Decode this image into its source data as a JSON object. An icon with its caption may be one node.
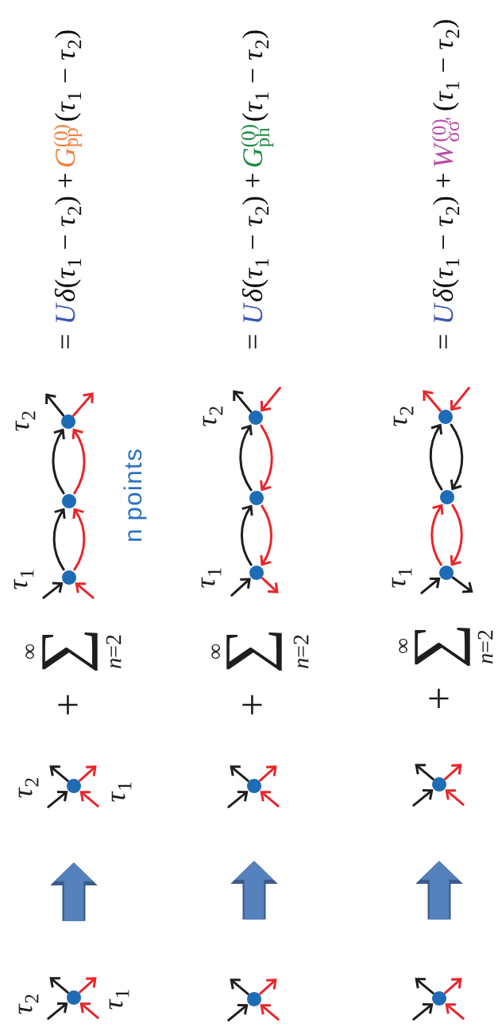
{
  "diagram": {
    "nodes": [
      {
        "text": [],
        "shape": "circle",
        "beside": [
          "*τ*$_{2}$",
          "*τ*$_{1}$"
        ]
      },
      {
        "text": [],
        "shape": "circle",
        "beside": [
          "*τ*$_{2}$",
          "*τ*$_{1}$"
        ]
      },
      {
        "text": [],
        "shape": "circle",
        "beside": [
          "*τ*$_{1}$"
        ]
      },
      {
        "text": [],
        "shape": "circle"
      },
      {
        "text": [],
        "shape": "circle",
        "beside": [
          "*τ*$_{2}$"
        ]
      },
      {
        "text": [],
        "shape": "circle"
      },
      {
        "text": [],
        "shape": "circle"
      },
      {
        "text": [],
        "shape": "circle",
        "beside": [
          "*τ*$_{1}$"
        ]
      },
      {
        "text": [],
        "shape": "circle"
      },
      {
        "text": [],
        "shape": "circle",
        "beside": [
          "*τ*$_{2}$"
        ]
      },
      {
        "text": [],
        "shape": "circle"
      },
      {
        "text": [],
        "shape": "circle"
      },
      {
        "text": [],
        "shape": "circle",
        "beside": [
          "*τ*$_{1}$"
        ]
      },
      {
        "text": [],
        "shape": "circle"
      },
      {
        "text": [],
        "shape": "circle",
        "beside": [
          "*τ*$_{2}$"
        ]
      }
    ],
    "edges": [
      {
        "from": null,
        "to": 0,
        "arrow": "to"
      },
      {
        "from": 0,
        "to": null,
        "arrow": "to"
      },
      {
        "from": 0,
        "to": null,
        "arrow": "to",
        "color": "#e8262a"
      },
      {
        "from": null,
        "to": 0,
        "arrow": "to",
        "color": "#e8262a"
      },
      {
        "from": null,
        "to": 1,
        "arrow": "to"
      },
      {
        "from": 1,
        "to": null,
        "arrow": "to"
      },
      {
        "from": 1,
        "to": null,
        "arrow": "to",
        "color": "#e8262a"
      },
      {
        "from": null,
        "to": 1,
        "arrow": "to",
        "color": "#e8262a"
      },
      {
        "from": null,
        "to": 2,
        "arrow": "to"
      },
      {
        "from": null,
        "to": 2,
        "arrow": "to",
        "color": "#e8262a"
      },
      {
        "from": 2,
        "to": 3,
        "arrow": "to"
      },
      {
        "from": 2,
        "to": 3,
        "arrow": "to",
        "color": "#e8262a"
      },
      {
        "from": 3,
        "to": 4,
        "arrow": "to"
      },
      {
        "from": 3,
        "to": 4,
        "arrow": "to",
        "color": "#e8262a"
      },
      {
        "from": 4,
        "to": null,
        "arrow": "to"
      },
      {
        "from": 4,
        "to": null,
        "arrow": "to",
        "color": "#e8262a"
      },
      {
        "from": null,
        "to": 5,
        "arrow": "to"
      },
      {
        "from": 5,
        "to": null,
        "arrow": "to"
      },
      {
        "from": 5,
        "to": null,
        "arrow": "to",
        "color": "#e8262a"
      },
      {
        "from": null,
        "to": 5,
        "arrow": "to",
        "color": "#e8262a"
      },
      {
        "from": null,
        "to": 6,
        "arrow": "to"
      },
      {
        "from": 6,
        "to": null,
        "arrow": "to"
      },
      {
        "from": 6,
        "to": null,
        "arrow": "to",
        "color": "#e8262a"
      },
      {
        "from": null,
        "to": 6,
        "arrow": "to",
        "color": "#e8262a"
      },
      {
        "from": null,
        "to": 7,
        "arrow": "to"
      },
      {
        "from": 7,
        "to": null,
        "arrow": "to",
        "color": "#e8262a"
      },
      {
        "from": 7,
        "to": 8,
        "arrow": "to"
      },
      {
        "from": 8,
        "to": 7,
        "arrow": "to",
        "color": "#e8262a"
      },
      {
        "from": 8,
        "to": 9,
        "arrow": "to"
      },
      {
        "from": 9,
        "to": 8,
        "arrow": "to",
        "color": "#e8262a"
      },
      {
        "from": 9,
        "to": null,
        "arrow": "to"
      },
      {
        "from": null,
        "to": 9,
        "arrow": "to",
        "color": "#e8262a"
      },
      {
        "from": null,
        "to": 10,
        "arrow": "to"
      },
      {
        "from": 10,
        "to": null,
        "arrow": "to"
      },
      {
        "from": 10,
        "to": null,
        "arrow": "to",
        "color": "#e8262a"
      },
      {
        "from": null,
        "to": 10,
        "arrow": "to",
        "color": "#e8262a"
      },
      {
        "from": null,
        "to": 11,
        "arrow": "to"
      },
      {
        "from": 11,
        "to": null,
        "arrow": "to"
      },
      {
        "from": 11,
        "to": null,
        "arrow": "to",
        "color": "#e8262a"
      },
      {
        "from": null,
        "to": 11,
        "arrow": "to",
        "color": "#e8262a"
      },
      {
        "from": null,
        "to": 12,
        "arrow": "to"
      },
      {
        "from": 12,
        "to": null,
        "arrow": "to"
      },
      {
        "from": 12,
        "to": 13,
        "arrow": "to",
        "color": "#e8262a"
      },
      {
        "from": 13,
        "to": 12,
        "arrow": "to",
        "color": "#e8262a"
      },
      {
        "from": 13,
        "to": 14,
        "arrow": "to"
      },
      {
        "from": 14,
        "to": 13,
        "arrow": "to"
      },
      {
        "from": 14,
        "to": null,
        "arrow": "to",
        "color": "#e8262a"
      },
      {
        "from": null,
        "to": 14,
        "arrow": "to",
        "color": "#e8262a"
      }
    ],
    "labels": [
      "+",
      "∞",
      "∑",
      "*n*=2",
      "n points",
      "=",
      "*U*",
      "*δ*(*τ*$_{1}$ − *τ*$_{2}$) +",
      "*G*$^{(0)}$$_{pp}$",
      "(*τ*$_{1}$ − *τ*$_{2}$)",
      "+",
      "∞",
      "∑",
      "*n*=2",
      "=",
      "*U*",
      "*δ*(*τ*$_{1}$ − *τ*$_{2}$) +",
      "*G*$^{(0)}$$_{ph}$",
      "(*τ*$_{1}$ − *τ*$_{2}$)",
      "+",
      "∞",
      "∑",
      "*n*=2",
      "=",
      "*U*",
      "*δ*(*τ*$_{1}$ − *τ*$_{2}$) +",
      "*W*$^{(0)}$$_{σσ'}$",
      "(*τ*$_{1}$ − *τ*$_{2}$)"
    ]
  }
}
